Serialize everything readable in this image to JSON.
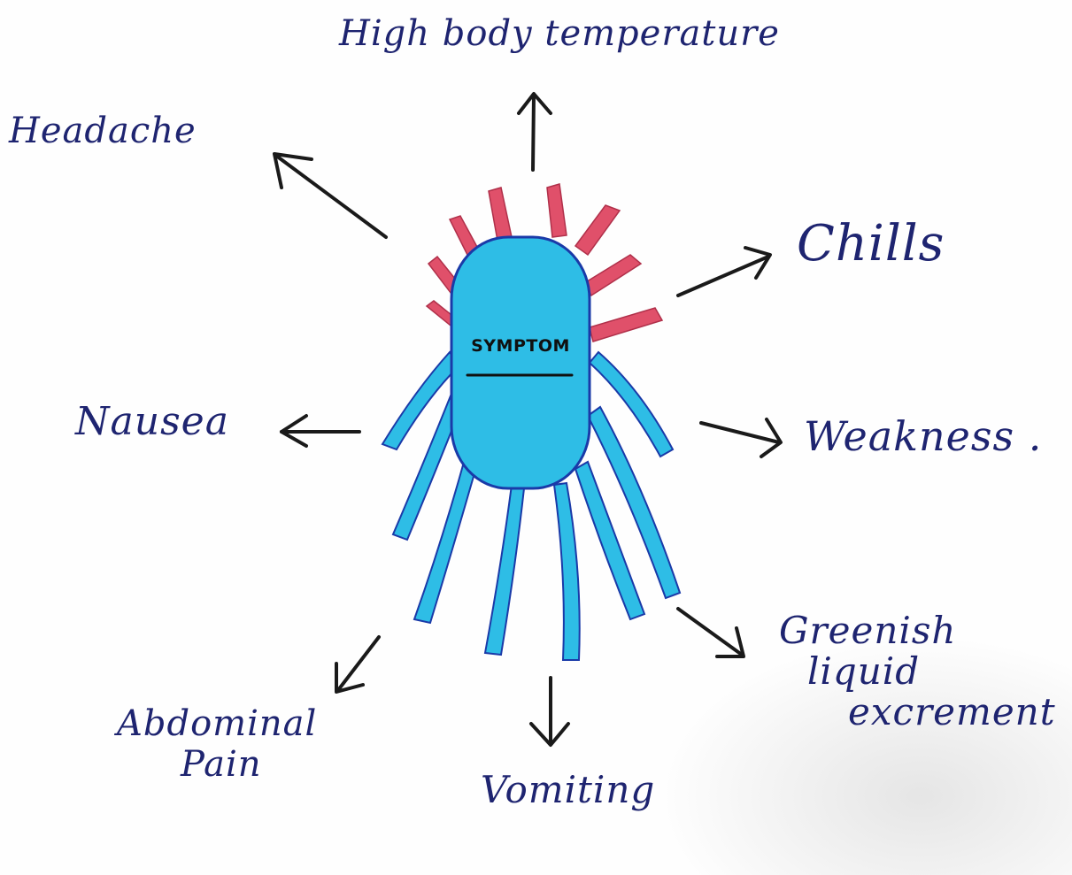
{
  "center": {
    "label": "SYMPTOM"
  },
  "symptoms": {
    "top": "High body temperature",
    "headache": "Headache",
    "chills": "Chills",
    "nausea": "Nausea",
    "weakness": "Weakness .",
    "greenish": [
      "Greenish",
      "liquid",
      "excrement"
    ],
    "abdominal": [
      "Abdominal",
      "Pain"
    ],
    "vomiting": "Vomiting"
  },
  "colors": {
    "ink": "#1e2470",
    "body_fill": "#2ebde6",
    "body_outline": "#1a3aa8",
    "spikes": "#e0506a",
    "arrows": "#1a1a1a"
  }
}
